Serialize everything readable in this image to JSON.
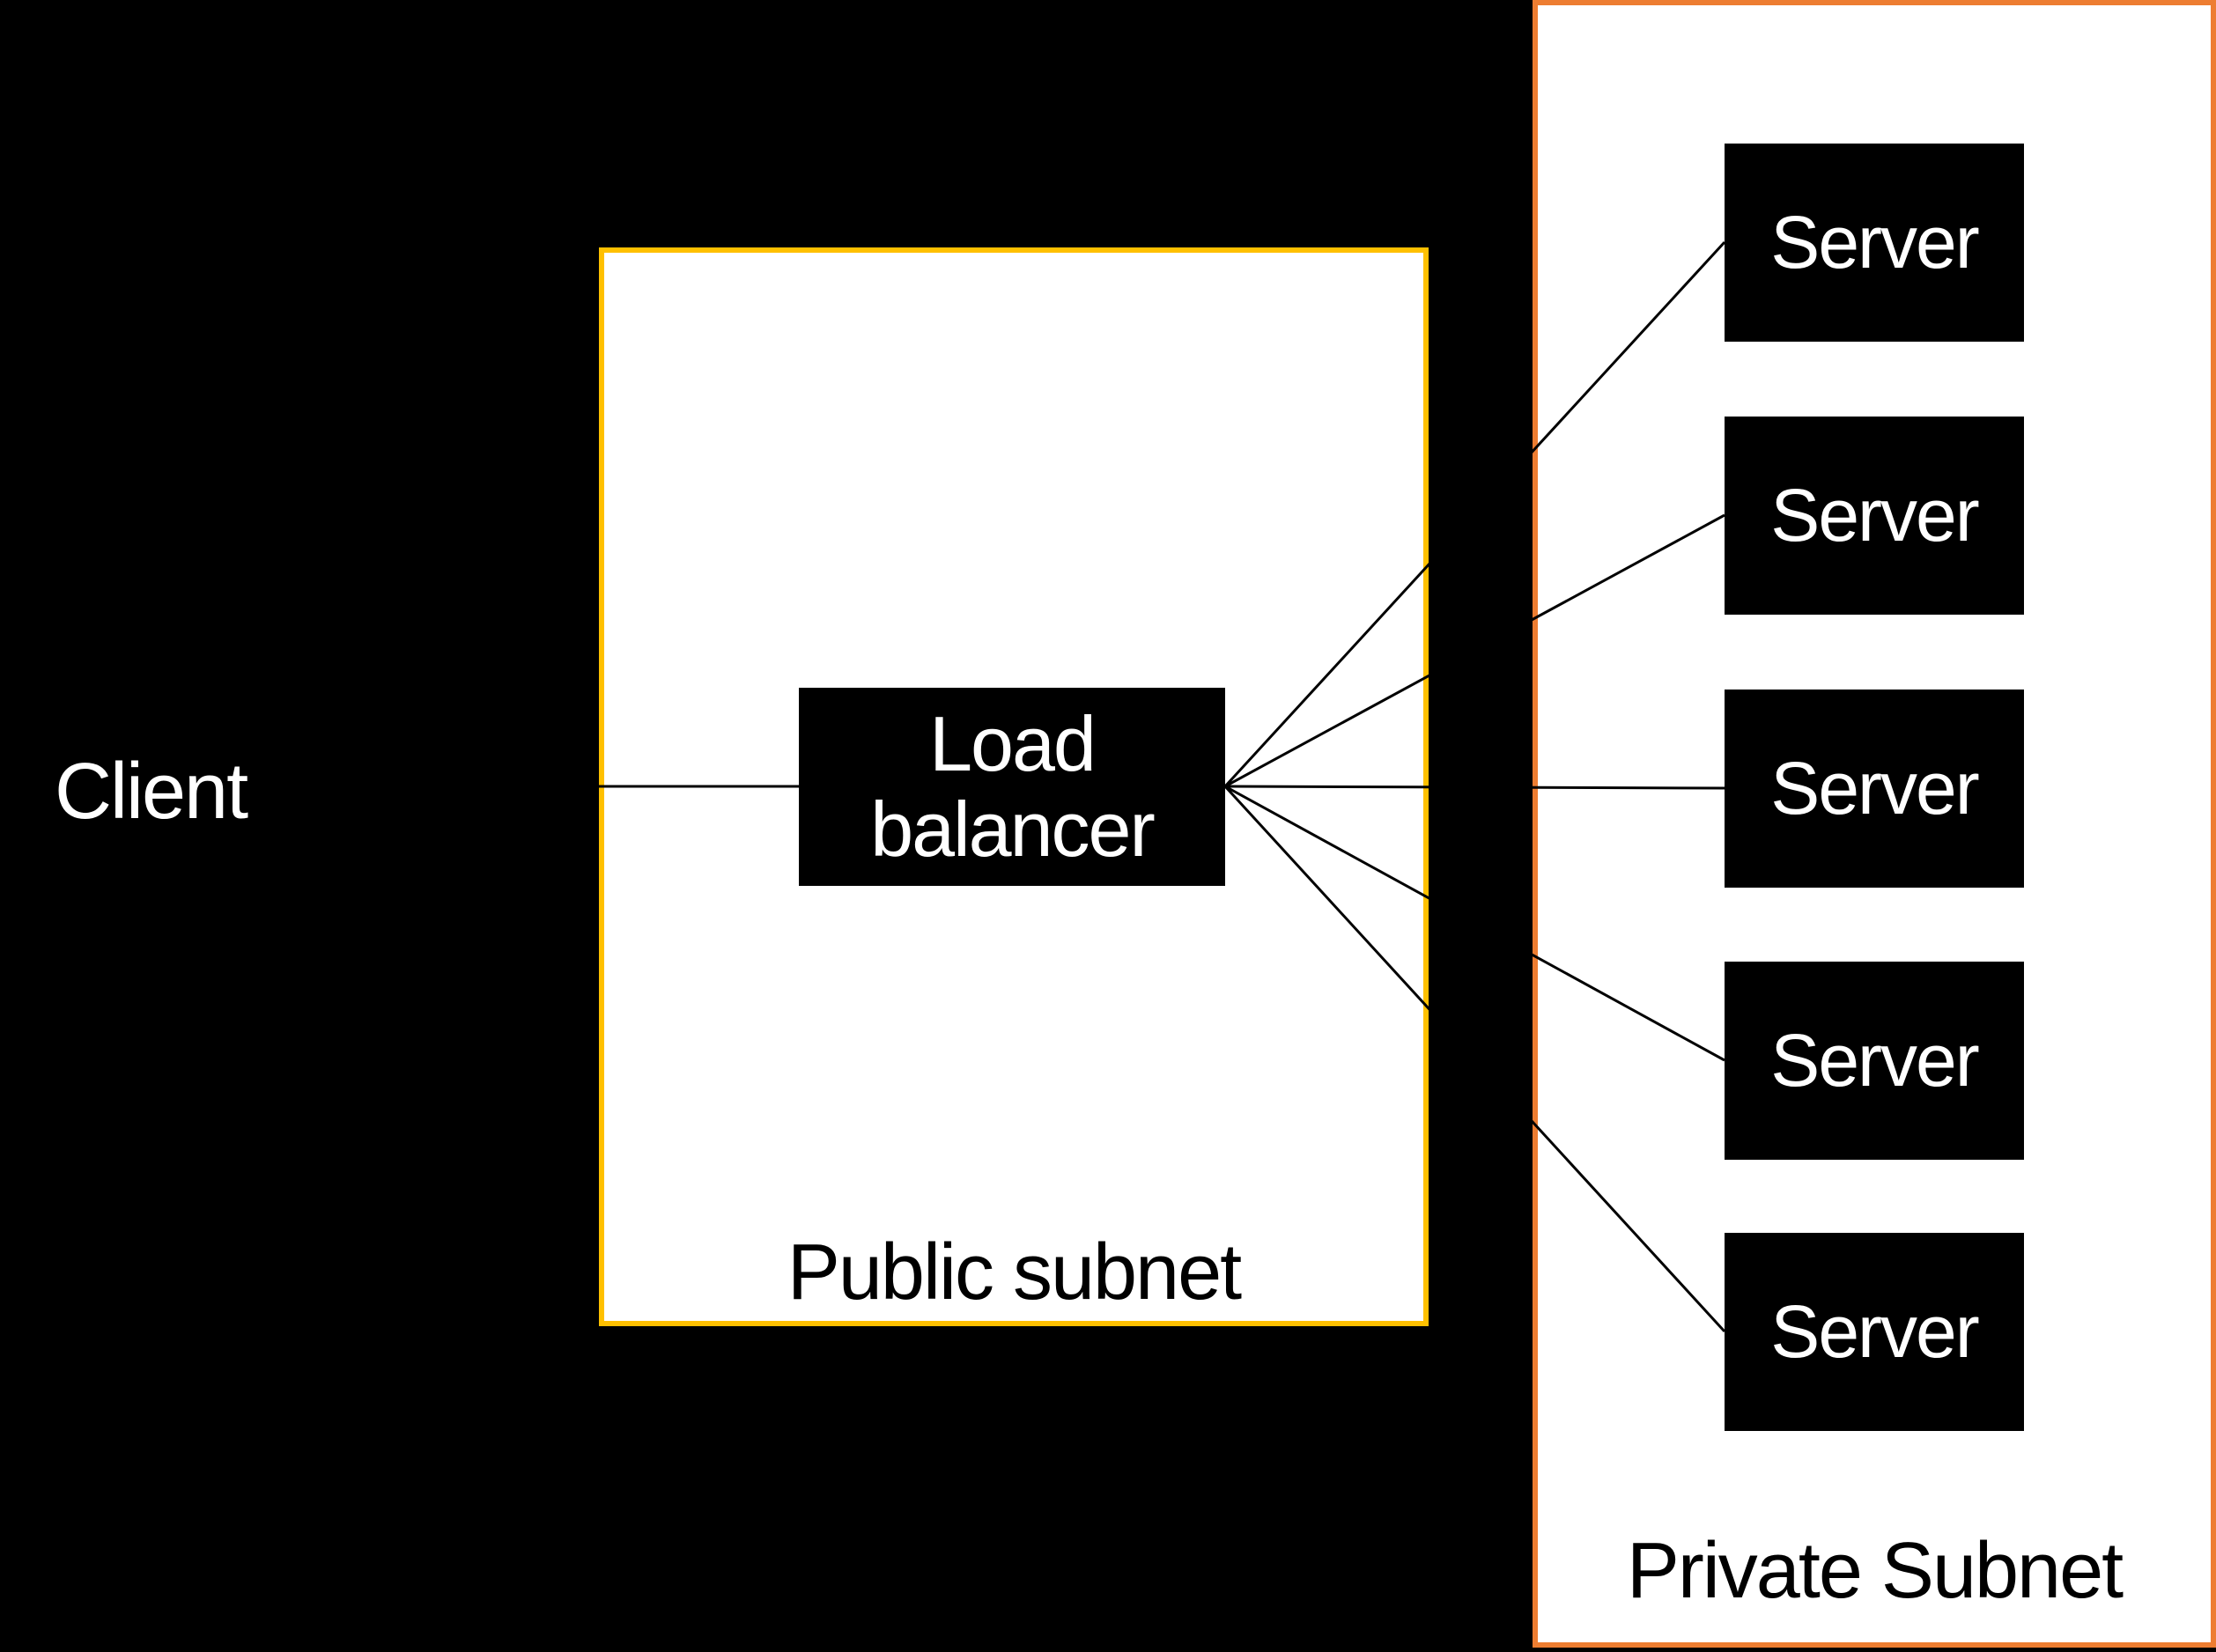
{
  "canvas": {
    "background": "#000000"
  },
  "client": {
    "label": "Client",
    "text_color": "#FFFFFF"
  },
  "public_subnet": {
    "label": "Public subnet",
    "border_color": "#FFC000",
    "fill": "#FFFFFF",
    "label_color": "#000000"
  },
  "private_subnet": {
    "label": "Private Subnet",
    "border_color": "#ED7D31",
    "fill": "#FFFFFF",
    "label_color": "#000000"
  },
  "load_balancer": {
    "label": "Load balancer",
    "fill": "#000000",
    "text_color": "#FFFFFF"
  },
  "servers": [
    {
      "label": "Server"
    },
    {
      "label": "Server"
    },
    {
      "label": "Server"
    },
    {
      "label": "Server"
    },
    {
      "label": "Server"
    }
  ],
  "edges": [
    {
      "from": "client",
      "to": "load-balancer"
    },
    {
      "from": "load-balancer",
      "to": "server-1"
    },
    {
      "from": "load-balancer",
      "to": "server-2"
    },
    {
      "from": "load-balancer",
      "to": "server-3"
    },
    {
      "from": "load-balancer",
      "to": "server-4"
    },
    {
      "from": "load-balancer",
      "to": "server-5"
    }
  ],
  "edge_color": "#000000"
}
